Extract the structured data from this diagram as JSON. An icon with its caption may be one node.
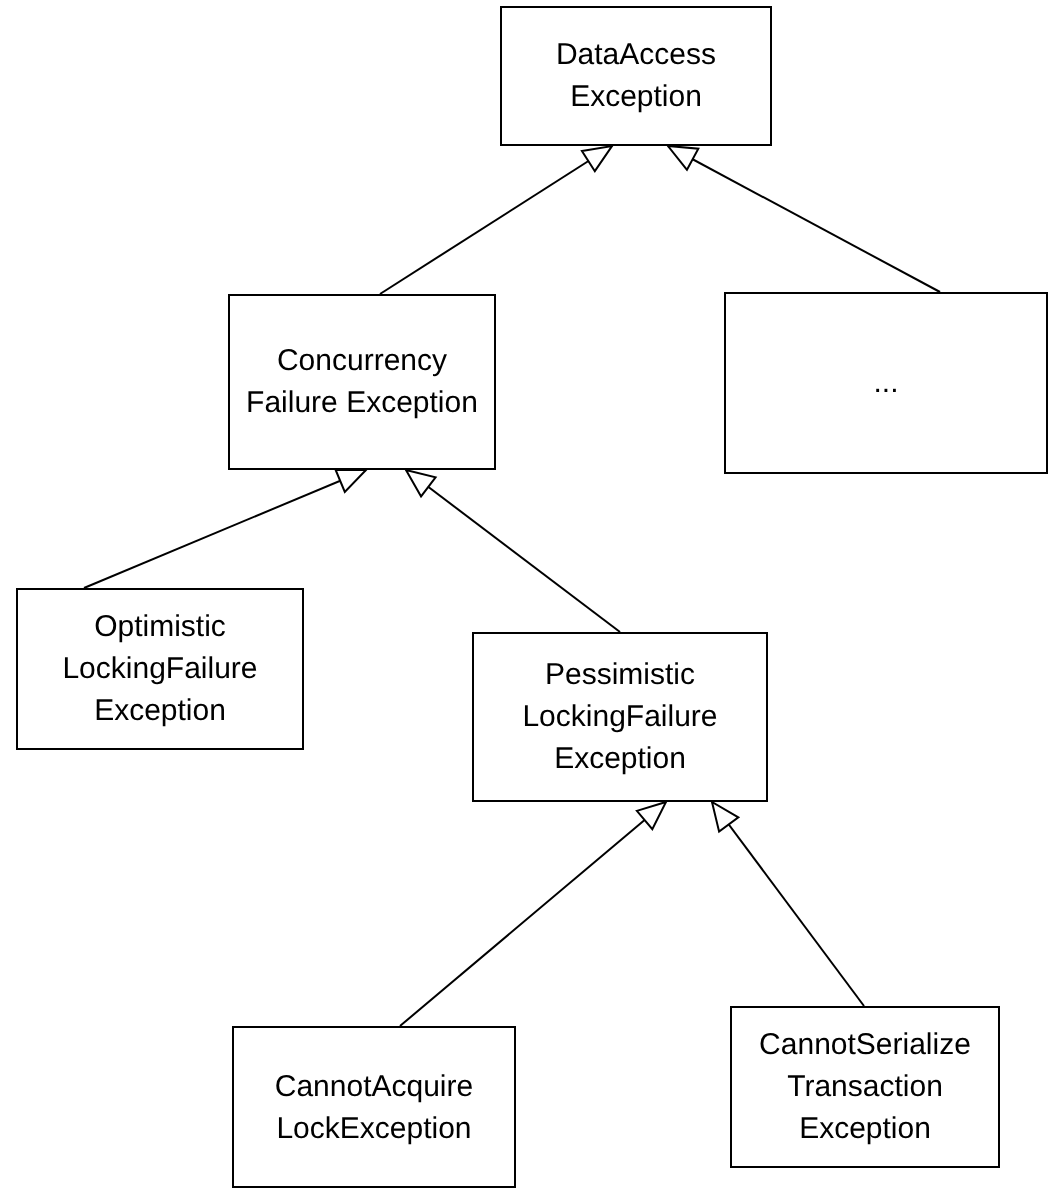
{
  "diagram": {
    "nodes": [
      {
        "text": [
          "DataAccess Exception"
        ]
      },
      {
        "text": [
          "Concurrency Failure Exception"
        ]
      },
      {
        "text": [
          "..."
        ]
      },
      {
        "text": [
          "Optimistic LockingFailure Exception"
        ]
      },
      {
        "text": [
          "Pessimistic LockingFailure Exception"
        ]
      },
      {
        "text": [
          "CannotAcquire LockException"
        ]
      },
      {
        "text": [
          "CannotSerialize Transaction Exception"
        ]
      }
    ],
    "edges": [
      {
        "from": 1,
        "to": 0,
        "arrow": "to"
      },
      {
        "from": 2,
        "to": 0,
        "arrow": "to"
      },
      {
        "from": 3,
        "to": 1,
        "arrow": "to"
      },
      {
        "from": 4,
        "to": 1,
        "arrow": "to"
      },
      {
        "from": 5,
        "to": 4,
        "arrow": "to"
      },
      {
        "from": 6,
        "to": 4,
        "arrow": "to"
      }
    ]
  }
}
